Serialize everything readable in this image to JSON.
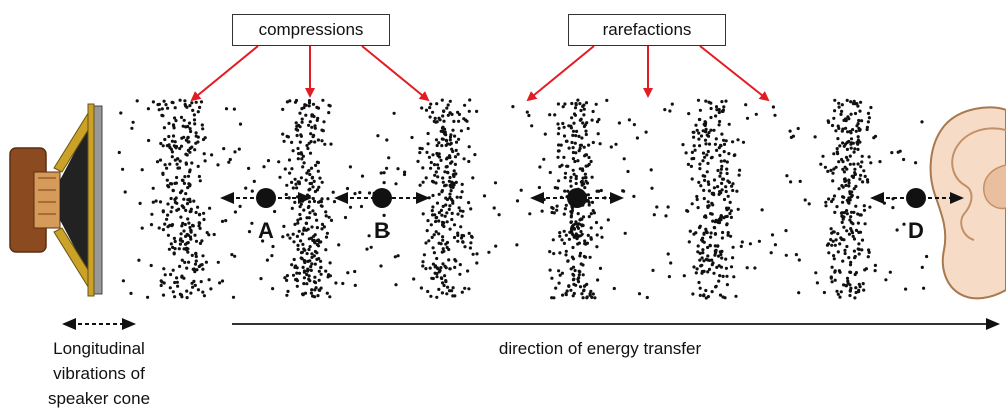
{
  "labels": {
    "compressions": "compressions",
    "rarefactions": "rarefactions",
    "direction": "direction of energy transfer",
    "vibrations_line1": "Longitudinal",
    "vibrations_line2": "vibrations of",
    "vibrations_line3": "speaker cone"
  },
  "particles": [
    {
      "id": "A",
      "label": "A"
    },
    {
      "id": "B",
      "label": "B"
    },
    {
      "id": "C",
      "label": "C"
    },
    {
      "id": "D",
      "label": "D"
    }
  ],
  "colors": {
    "pointer_arrows": "#e31b23",
    "dots": "#111111",
    "speaker_brown": "#8b4a1f",
    "speaker_gold": "#c9a227",
    "ear_skin": "#f6dcc6"
  },
  "icons": [
    "speaker-icon",
    "ear-icon"
  ]
}
